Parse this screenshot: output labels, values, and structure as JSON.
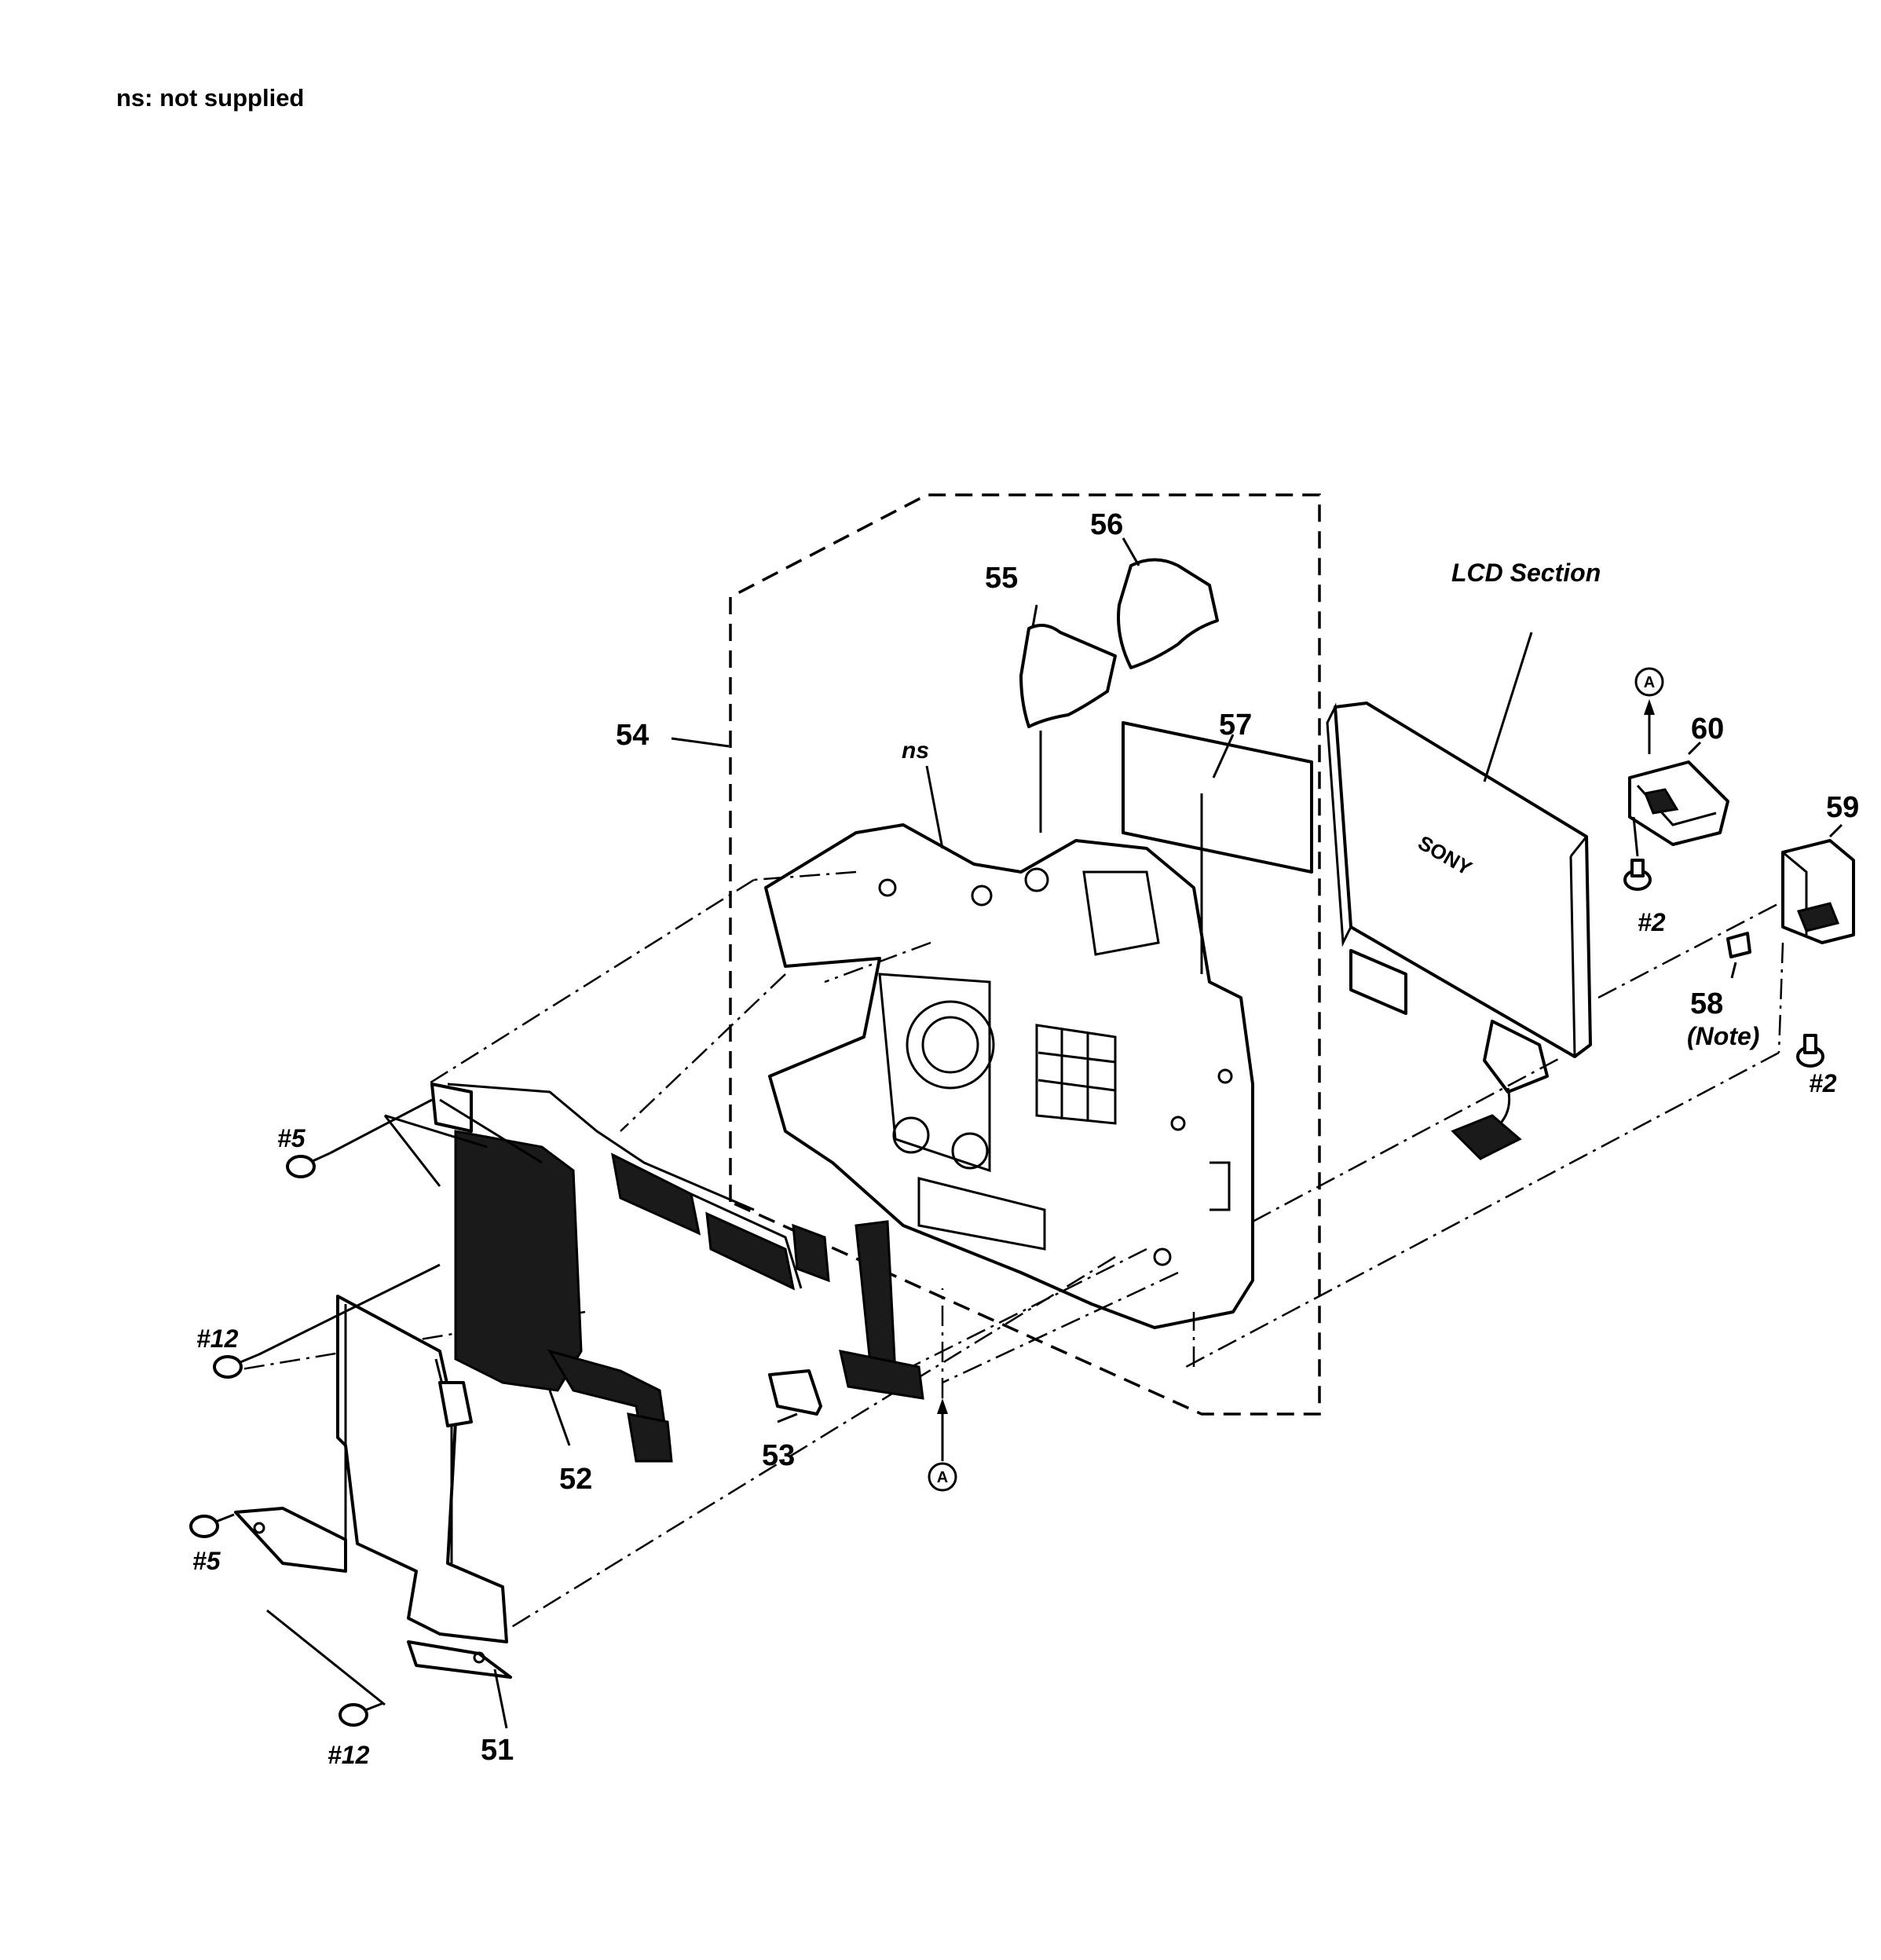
{
  "header_note": "ns: not supplied",
  "labels": {
    "lcd_section": "LCD Section",
    "ns": "ns",
    "note": "(Note)"
  },
  "parts": {
    "p51": "51",
    "p52": "52",
    "p53": "53",
    "p54": "54",
    "p55": "55",
    "p56": "56",
    "p57": "57",
    "p58": "58",
    "p59": "59",
    "p60": "60"
  },
  "screws": {
    "s5_top": "#5",
    "s12_mid": "#12",
    "s5_low": "#5",
    "s12_bot": "#12",
    "s2_60": "#2",
    "s2_59": "#2"
  },
  "refs": {
    "a_bottom": "A",
    "a_top": "A"
  },
  "brand": "SONY"
}
